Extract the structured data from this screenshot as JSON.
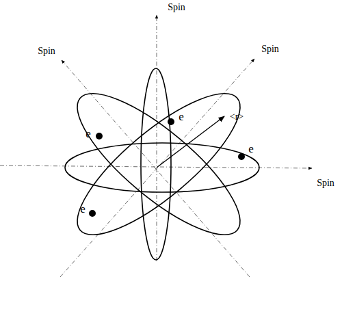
{
  "diagram": {
    "labels": [
      "Spin",
      "Spin",
      "Spin",
      "Spin",
      "e",
      "e",
      "e",
      "e",
      "<r>"
    ]
  }
}
